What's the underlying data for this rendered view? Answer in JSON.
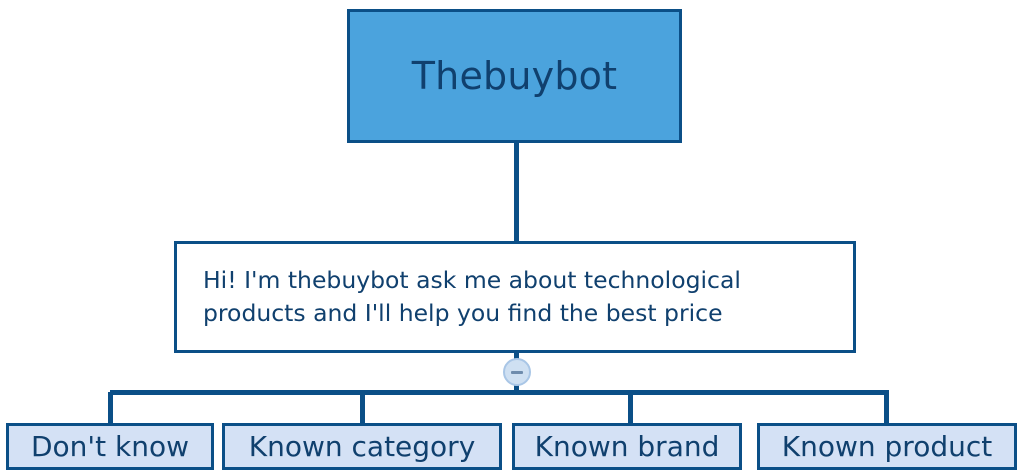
{
  "diagram": {
    "root": {
      "label": "Thebuybot"
    },
    "message": {
      "text": "Hi! I'm thebuybot ask me about technological products and I'll help you find the best price"
    },
    "collapse_toggle": {
      "icon": "minus-icon",
      "state": "expanded"
    },
    "options": [
      {
        "label": "Don't know"
      },
      {
        "label": "Known category"
      },
      {
        "label": "Known brand"
      },
      {
        "label": "Known product"
      }
    ],
    "colors": {
      "root_fill": "#4ba3dd",
      "node_border": "#0b4f87",
      "text": "#10406e",
      "option_fill": "#d4e1f5",
      "message_fill": "#ffffff",
      "toggle_fill": "#cfe0f2",
      "toggle_border": "#a9c6e6",
      "connector": "#0b4f87",
      "canvas": "#ffffff"
    }
  }
}
